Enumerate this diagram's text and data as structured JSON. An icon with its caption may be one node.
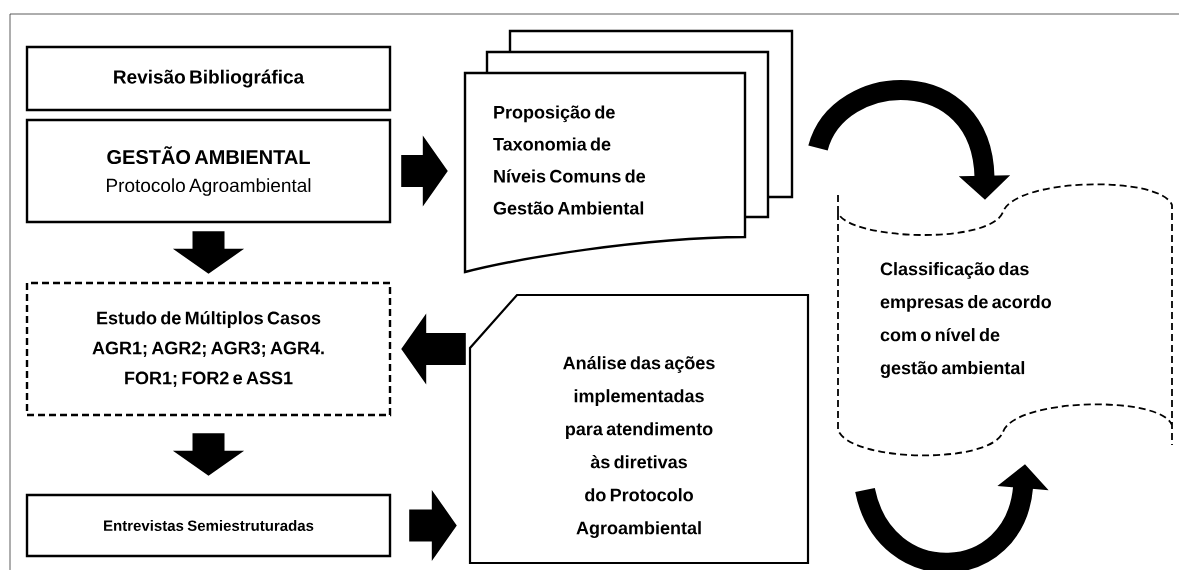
{
  "diagram": {
    "nodes": [
      {
        "text": [
          "Revisão Bibliográfica"
        ]
      },
      {
        "text": [
          "GESTÃO AMBIENTAL",
          "Protocolo Agroambiental"
        ]
      },
      {
        "text": [
          "Proposição de Taxonomia de Níveis Comuns de Gestão Ambiental"
        ]
      },
      {
        "text": [
          "Classificação das empresas de acordo com o nível de gestão ambiental"
        ]
      },
      {
        "text": [
          "Estudo de Múltiplos Casos",
          "AGR1; AGR2; AGR3; AGR4. FOR1; FOR2 e ASS1"
        ]
      },
      {
        "text": [
          "Análise das ações implementadas para atendimento às diretivas do Protocolo Agroambiental"
        ]
      },
      {
        "text": [
          "Entrevistas Semiestruturadas"
        ]
      }
    ],
    "edges": [
      {
        "from": 1,
        "to": 2,
        "arrow": "to"
      },
      {
        "from": 1,
        "to": 4,
        "arrow": "to"
      },
      {
        "from": 5,
        "to": 4,
        "arrow": "to"
      },
      {
        "from": 4,
        "to": 6,
        "arrow": "to"
      },
      {
        "from": 6,
        "to": 5,
        "arrow": "to"
      },
      {
        "from": null,
        "to": 3,
        "arrow": "to"
      },
      {
        "from": null,
        "to": 3,
        "arrow": "to"
      }
    ]
  }
}
